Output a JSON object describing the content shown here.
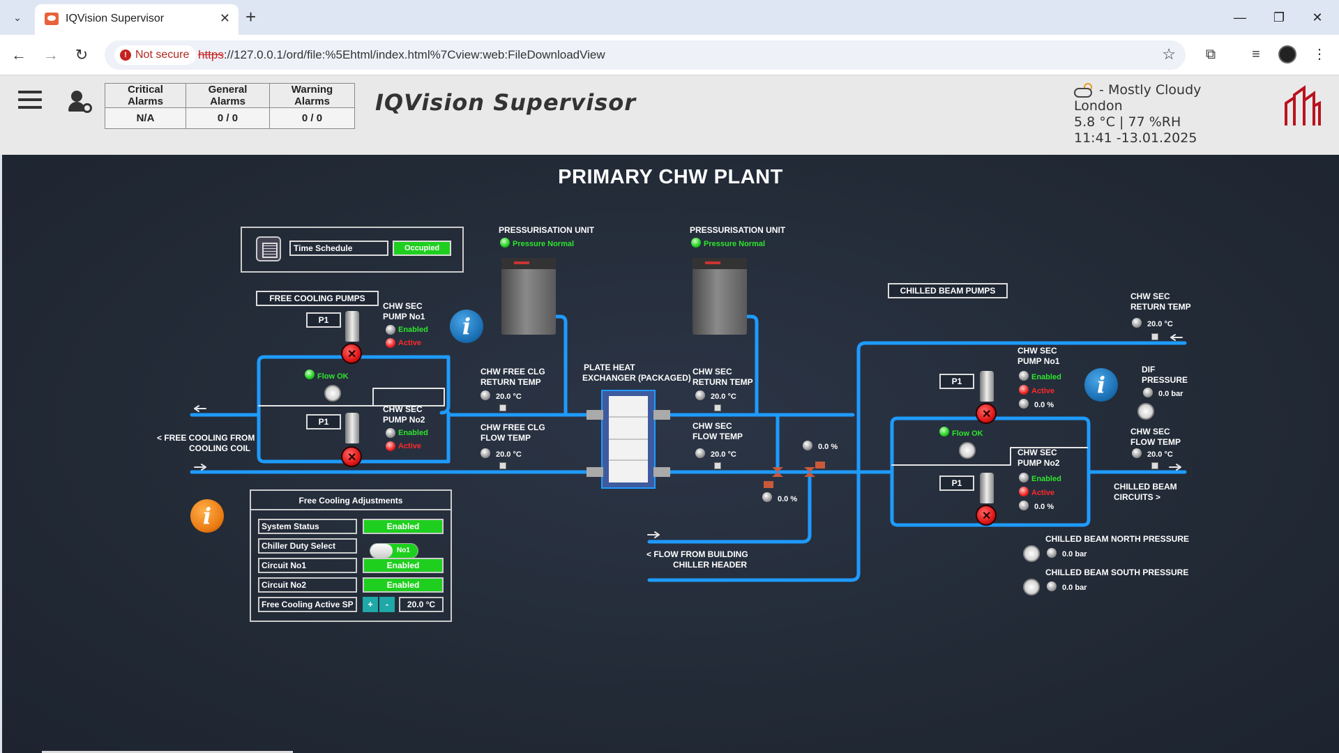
{
  "browser": {
    "tab_title": "IQVision Supervisor",
    "not_secure": "Not secure",
    "url_scheme": "https",
    "url_rest": "://127.0.0.1/ord/file:%5Ehtml/index.html%7Cview:web:FileDownloadView",
    "icons": [
      "tab-dropdown-icon",
      "favicon-icon",
      "close-icon",
      "new-tab-icon",
      "minimize-icon",
      "restore-icon",
      "window-close-icon",
      "back-icon",
      "forward-icon",
      "reload-icon",
      "star-icon",
      "extensions-icon",
      "media-icon",
      "profile-icon",
      "kebab-menu-icon"
    ]
  },
  "header": {
    "alarms": {
      "headers": [
        "Critical Alarms",
        "General Alarms",
        "Warning Alarms"
      ],
      "values": [
        "N/A",
        "0 / 0",
        "0 / 0"
      ]
    },
    "app_title": "IQVision Supervisor",
    "weather": {
      "condition": "- Mostly Cloudy",
      "city": "London",
      "reading": "5.8 °C | 77 %RH",
      "datetime": "11:41 -13.01.2025"
    }
  },
  "plant": {
    "title": "PRIMARY CHW PLANT",
    "schedule": {
      "label": "Time Schedule",
      "status": "Occupied"
    },
    "free_cooling_pumps": {
      "title": "FREE COOLING PUMPS",
      "pump1": {
        "tag": "P1",
        "name_l1": "CHW SEC",
        "name_l2": "PUMP No1",
        "enabled": "Enabled",
        "active": "Active"
      },
      "pump2": {
        "tag": "P1",
        "name_l1": "CHW SEC",
        "name_l2": "PUMP No2",
        "enabled": "Enabled",
        "active": "Active"
      },
      "flow": "Flow OK"
    },
    "free_cooling_from_l1": "< FREE COOLING FROM",
    "free_cooling_from_l2": "COOLING COIL",
    "pu1": {
      "title": "PRESSURISATION UNIT",
      "status": "Pressure Normal"
    },
    "pu2": {
      "title": "PRESSURISATION UNIT",
      "status": "Pressure Normal"
    },
    "fc_return_temp": {
      "l1": "CHW FREE CLG",
      "l2": "RETURN TEMP",
      "value": "20.0 °C"
    },
    "fc_flow_temp": {
      "l1": "CHW FREE CLG",
      "l2": "FLOW TEMP",
      "value": "20.0 °C"
    },
    "phe_l1": "PLATE HEAT",
    "phe_l2": "EXCHANGER (PACKAGED)",
    "sec_return_temp": {
      "l1": "CHW SEC",
      "l2": "RETURN TEMP",
      "value": "20.0 °C"
    },
    "sec_flow_temp": {
      "l1": "CHW SEC",
      "l2": "FLOW TEMP",
      "value": "20.0 °C"
    },
    "valve1": "0.0 %",
    "valve2": "0.0 %",
    "flow_from_building_l1": "< FLOW FROM BUILDING",
    "flow_from_building_l2": "CHILLER HEADER",
    "chilled_beam_pumps": {
      "title": "CHILLED BEAM PUMPS",
      "pump1": {
        "tag": "P1",
        "name_l1": "CHW SEC",
        "name_l2": "PUMP No1",
        "enabled": "Enabled",
        "active": "Active",
        "speed": "0.0 %"
      },
      "pump2": {
        "tag": "P1",
        "name_l1": "CHW SEC",
        "name_l2": "PUMP No2",
        "enabled": "Enabled",
        "active": "Active",
        "speed": "0.0 %"
      },
      "flow": "Flow OK"
    },
    "cb_return_temp": {
      "l1": "CHW SEC",
      "l2": "RETURN TEMP",
      "value": "20.0 °C"
    },
    "dif_pressure": {
      "l1": "DIF",
      "l2": "PRESSURE",
      "value": "0.0 bar"
    },
    "cb_flow_temp": {
      "l1": "CHW SEC",
      "l2": "FLOW TEMP",
      "value": "20.0 °C"
    },
    "chilled_beam_circuits_l1": "CHILLED BEAM",
    "chilled_beam_circuits_l2": "CIRCUITS >",
    "cb_north": {
      "label": "CHILLED BEAM NORTH PRESSURE",
      "value": "0.0 bar"
    },
    "cb_south": {
      "label": "CHILLED BEAM SOUTH PRESSURE",
      "value": "0.0 bar"
    },
    "free_cooling_adjustments": {
      "title": "Free Cooling Adjustments",
      "rows": [
        {
          "label": "System Status",
          "value": "Enabled"
        },
        {
          "label": "Chiller Duty Select",
          "value": "No1"
        },
        {
          "label": "Circuit No1",
          "value": "Enabled"
        },
        {
          "label": "Circuit No2",
          "value": "Enabled"
        },
        {
          "label": "Free Cooling Active SP",
          "value": "20.0 °C"
        }
      ],
      "plus": "+",
      "minus": "-"
    }
  },
  "colors": {
    "pipe": "#1e9bff",
    "pipe_white": "#e6e6e6",
    "status_green": "#1fcf1f",
    "alarm_red": "#f02020"
  }
}
